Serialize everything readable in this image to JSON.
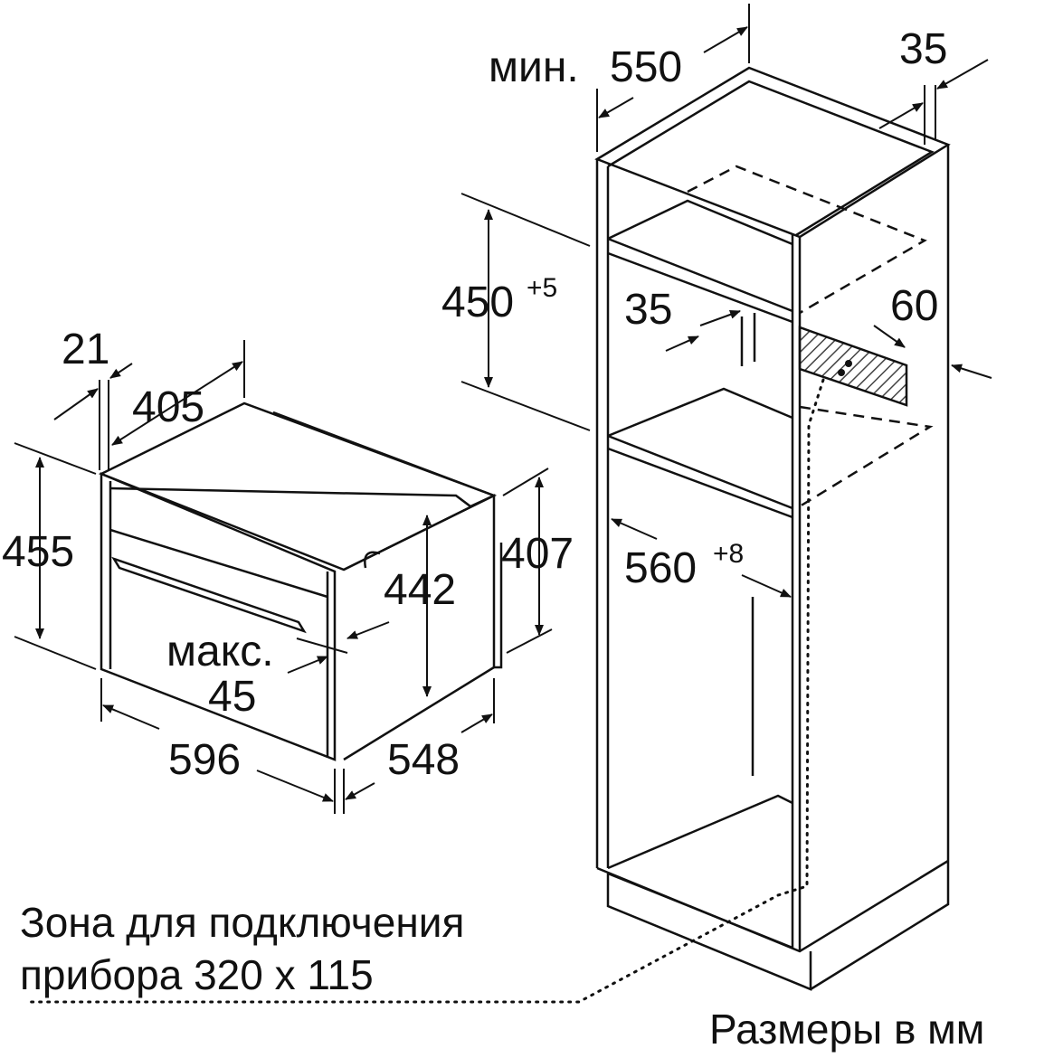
{
  "unit_note": "Размеры в мм",
  "connection_zone": {
    "line1": "Зона для подключения",
    "line2": "прибора 320 x 115"
  },
  "appliance_dims": {
    "frame_depth": "21",
    "depth_405": "405",
    "height_455": "455",
    "height_407": "407",
    "height_442": "442",
    "max_label": "макс.",
    "max_value": "45",
    "width_596": "596",
    "depth_548": "548"
  },
  "cabinet_dims": {
    "min_label": "мин.",
    "min_depth": "550",
    "top_35": "35",
    "niche_height": "450",
    "niche_height_tol": "+5",
    "gap_35": "35",
    "vent_60": "60",
    "niche_width": "560",
    "niche_width_tol": "+8"
  },
  "colors": {
    "line": "#111111",
    "hatch": "#444444"
  }
}
